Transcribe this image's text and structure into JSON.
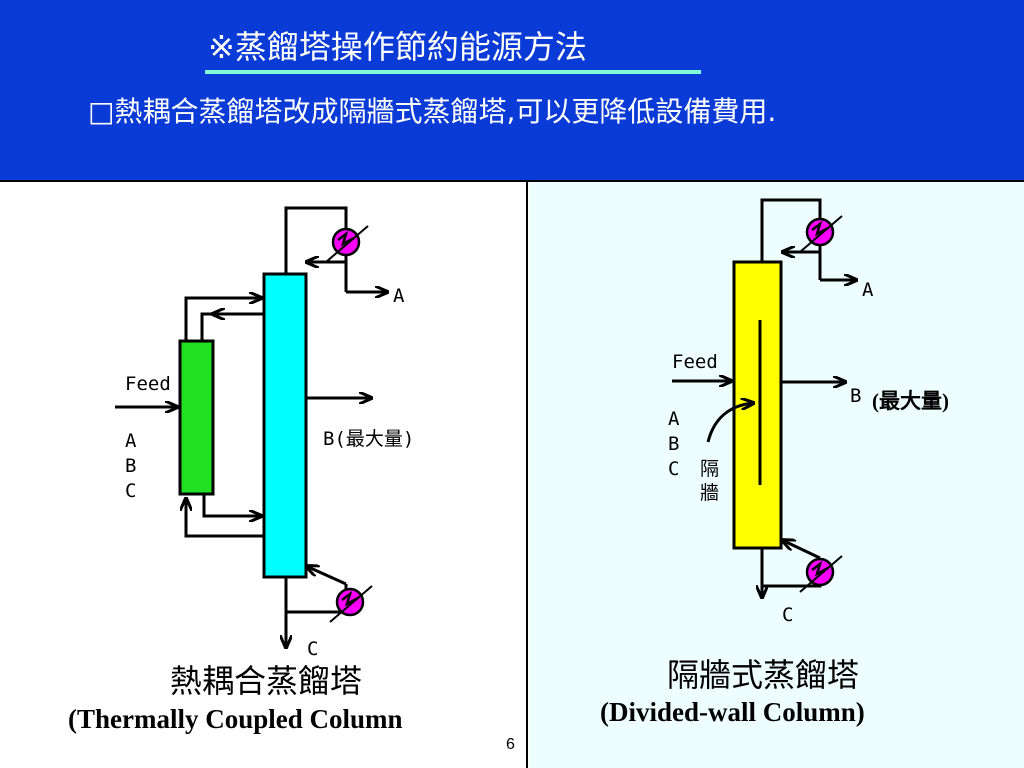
{
  "header": {
    "title": "※蒸餾塔操作節約能源方法",
    "subtitle": "□熱耦合蒸餾塔改成隔牆式蒸餾塔,可以更降低設備費用."
  },
  "left_diagram": {
    "feed_label": "Feed",
    "feed_components": [
      "A",
      "B",
      "C"
    ],
    "top_product": "A",
    "side_product": "B(最大量)",
    "bottom_product": "C",
    "caption_cn": "熱耦合蒸餾塔",
    "caption_en": "(Thermally Coupled Column"
  },
  "right_diagram": {
    "feed_label": "Feed",
    "feed_components": [
      "A",
      "B",
      "C"
    ],
    "wall_label": [
      "隔",
      "牆"
    ],
    "top_product": "A",
    "side_product": "B",
    "side_product_note": "(最大量)",
    "bottom_product": "C",
    "caption_cn": "隔牆式蒸餾塔",
    "caption_en": "(Divided-wall Column)"
  },
  "colors": {
    "header_bg": "#0b3bd6",
    "title_underline": "#7fffd4",
    "prefractionator": "#22e022",
    "main_column": "#00ffff",
    "divided_column": "#ffff00",
    "heat_exchanger": "#ff00ff",
    "right_panel_bg": "#eefefe"
  },
  "page_number": "6"
}
